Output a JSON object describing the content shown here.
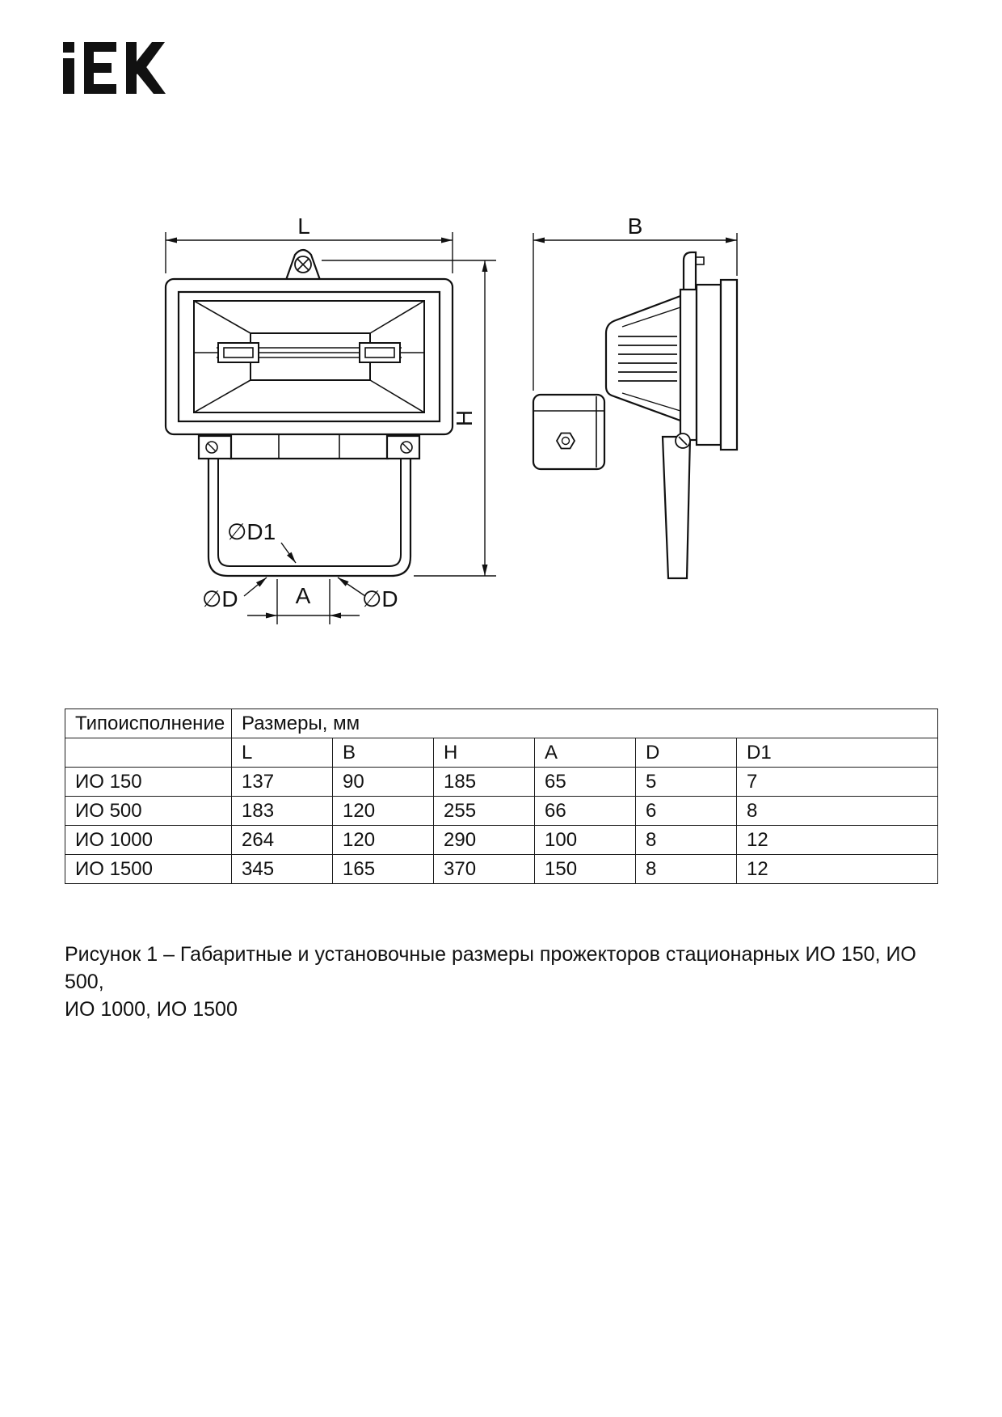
{
  "brand": {
    "logo_text": "iEK"
  },
  "drawing": {
    "labels": {
      "l": "L",
      "b": "B",
      "h": "H",
      "a": "A",
      "d": "∅D",
      "d1": "∅D1"
    }
  },
  "table": {
    "type_header": "Типоисполнение",
    "sizes_header": "Размеры, мм",
    "columns": [
      "L",
      "B",
      "H",
      "A",
      "D",
      "D1"
    ],
    "rows": [
      {
        "name": "ИО 150",
        "values": [
          "137",
          "90",
          "185",
          "65",
          "5",
          "7"
        ]
      },
      {
        "name": "ИО 500",
        "values": [
          "183",
          "120",
          "255",
          "66",
          "6",
          "8"
        ]
      },
      {
        "name": "ИО 1000",
        "values": [
          "264",
          "120",
          "290",
          "100",
          "8",
          "12"
        ]
      },
      {
        "name": "ИО 1500",
        "values": [
          "345",
          "165",
          "370",
          "150",
          "8",
          "12"
        ]
      }
    ]
  },
  "caption": {
    "line1": "Рисунок 1 – Габаритные и установочные размеры прожекторов стационарных  ИО 150, ИО 500,",
    "line2": "ИО 1000, ИО 1500"
  }
}
